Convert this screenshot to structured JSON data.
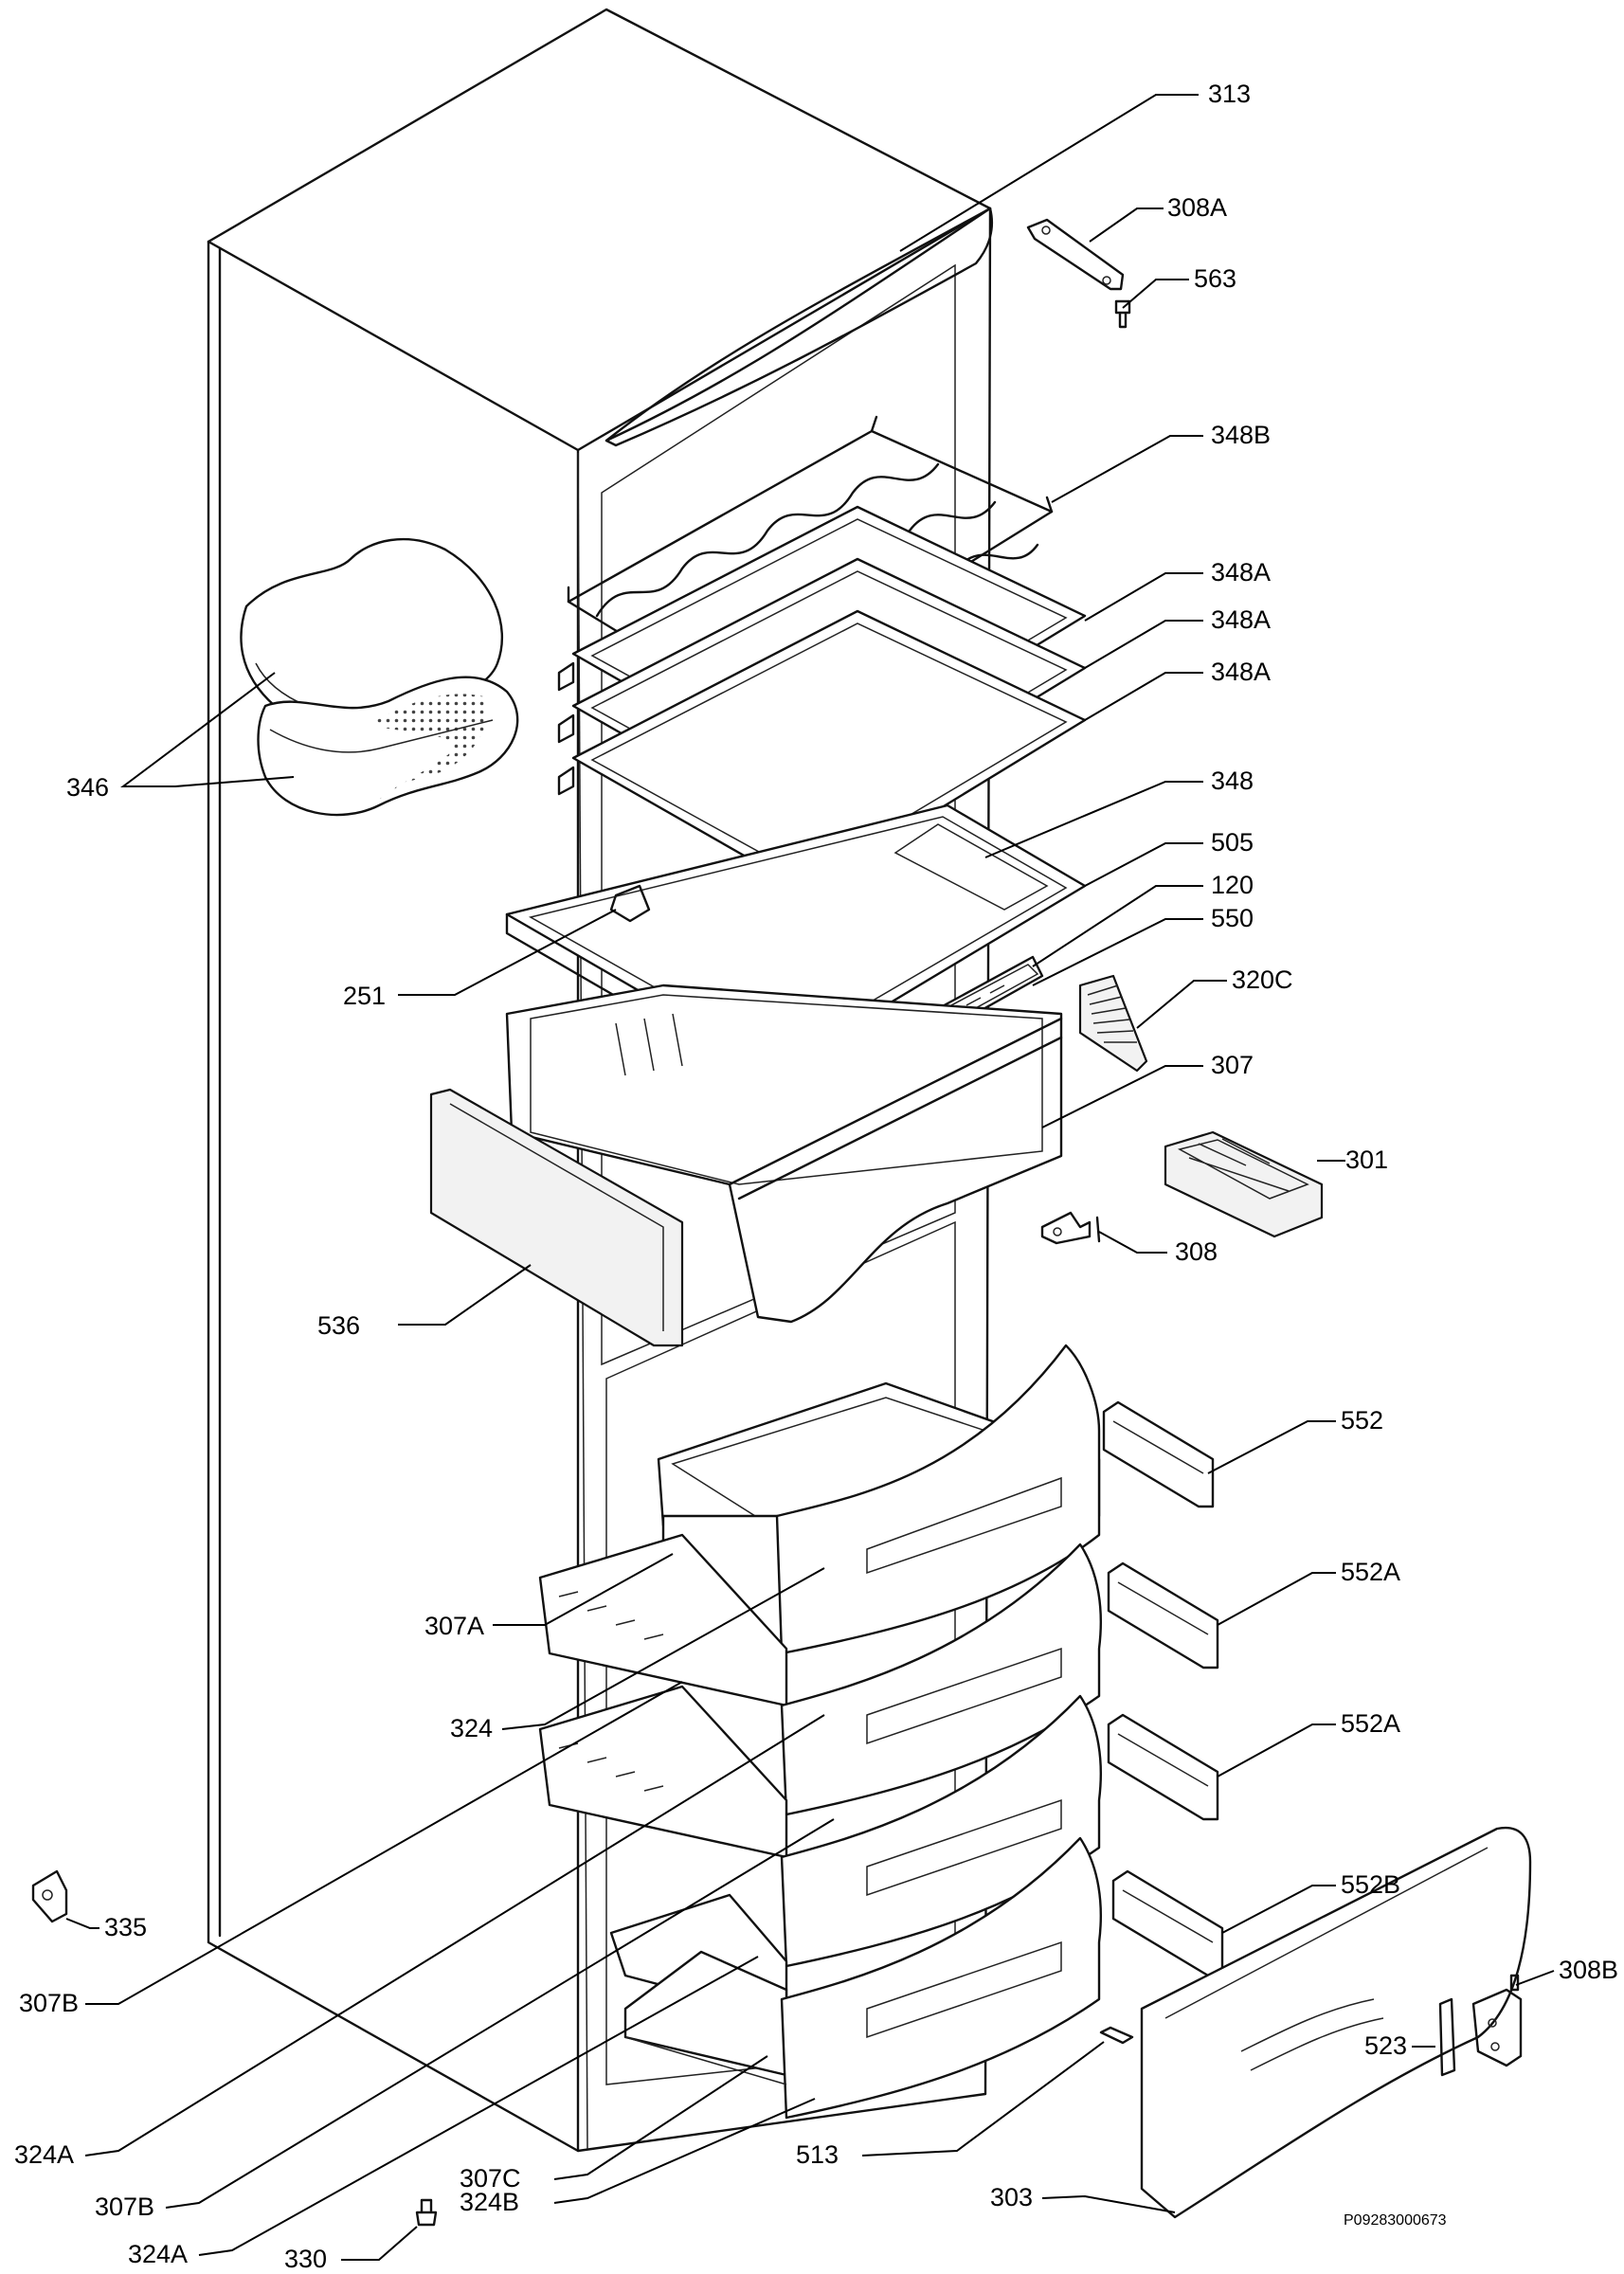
{
  "labels": {
    "313": "313",
    "308A": "308A",
    "563": "563",
    "348B": "348B",
    "348A_1": "348A",
    "348A_2": "348A",
    "348A_3": "348A",
    "348": "348",
    "505": "505",
    "120": "120",
    "550": "550",
    "320C": "320C",
    "307": "307",
    "301": "301",
    "308": "308",
    "346": "346",
    "251": "251",
    "536": "536",
    "552": "552",
    "552A_1": "552A",
    "552A_2": "552A",
    "552B": "552B",
    "307A": "307A",
    "324": "324",
    "335": "335",
    "307B_1": "307B",
    "324A_1": "324A",
    "307B_2": "307B",
    "324A_2": "324A",
    "307C": "307C",
    "324B": "324B",
    "330": "330",
    "513": "513",
    "303": "303",
    "523": "523",
    "308B": "308B"
  },
  "drawing_code": "P09283000673"
}
